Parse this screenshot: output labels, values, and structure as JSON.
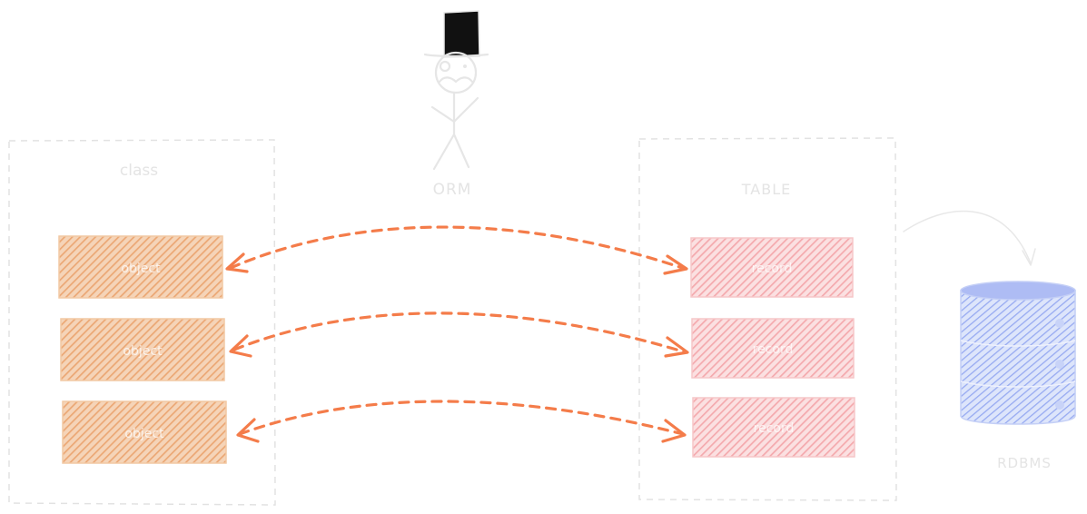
{
  "diagram": {
    "orm": {
      "label": "ORM"
    },
    "class_box": {
      "title": "class",
      "rows": [
        "object",
        "object",
        "object"
      ]
    },
    "table_box": {
      "title": "TABLE",
      "rows": [
        "record",
        "record",
        "record"
      ]
    },
    "database": {
      "label": "RDBMS"
    },
    "colors": {
      "object_fill": "#eba774",
      "record_fill": "#f6b3b6",
      "arrow": "#f47c4a",
      "database": "#7f98ee",
      "outline": "#e2e2e2"
    }
  }
}
